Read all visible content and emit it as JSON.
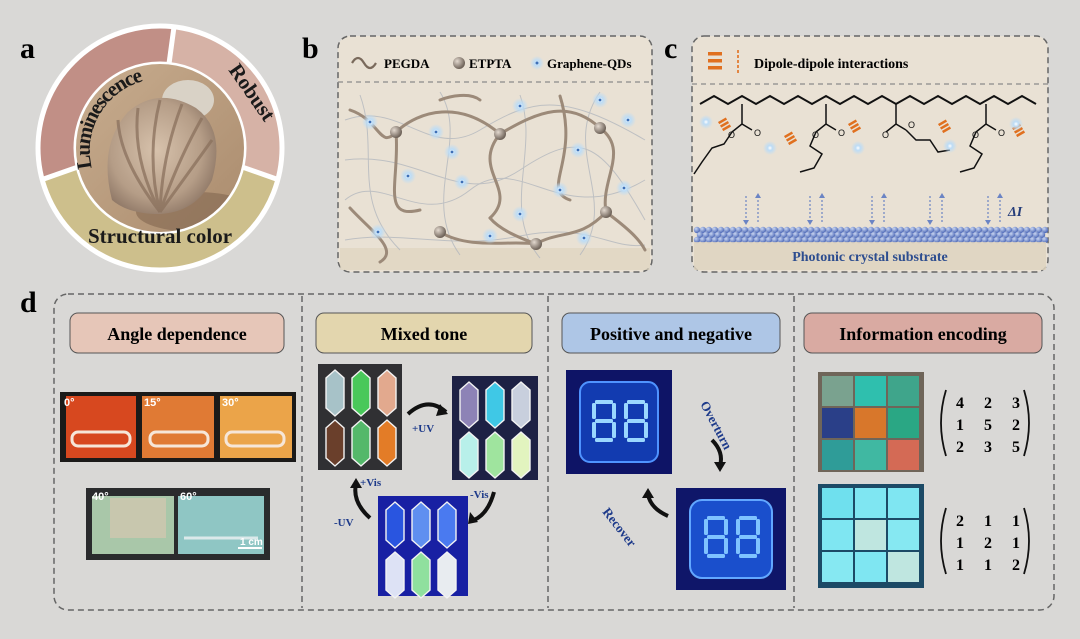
{
  "panels": {
    "a": {
      "letter": "a",
      "ring_top_left": "Luminescence",
      "ring_top_right": "Robust",
      "ring_bottom": "Structural color"
    },
    "b": {
      "letter": "b",
      "legend": [
        "PEGDA",
        "ETPTA",
        "Graphene-QDs"
      ]
    },
    "c": {
      "letter": "c",
      "legend": "Dipole-dipole interactions",
      "delta_label": "ΔI",
      "substrate": "Photonic crystal substrate"
    },
    "d": {
      "letter": "d",
      "sections": [
        {
          "title": "Angle dependence",
          "title_color": "#e6c6b8",
          "angles": [
            "0°",
            "15°",
            "30°",
            "40°",
            "60°"
          ],
          "scale": "1 cm"
        },
        {
          "title": "Mixed tone",
          "title_color": "#e3d6ae",
          "plus_uv": "+UV",
          "minus_vis": "-Vis",
          "plus_vis": "+Vis",
          "minus_uv": "-UV"
        },
        {
          "title": "Positive and negative",
          "title_color": "#aec6e6",
          "overturn": "Overturn",
          "recover": "Recover"
        },
        {
          "title": "Information encoding",
          "title_color": "#d9aaa2",
          "matrix1": [
            [
              "4",
              "2",
              "3"
            ],
            [
              "1",
              "5",
              "2"
            ],
            [
              "2",
              "3",
              "5"
            ]
          ],
          "matrix2": [
            [
              "2",
              "1",
              "1"
            ],
            [
              "1",
              "2",
              "1"
            ],
            [
              "1",
              "1",
              "2"
            ]
          ]
        }
      ]
    }
  },
  "colors": {
    "panel_bg": "#e9e1d4",
    "substrate_band": "#ded4bf",
    "fiber": "#9c8a79",
    "node": "#8d8074",
    "qd_glow": "#9fc8ee",
    "dipole": "#e0701f",
    "sphere": "#6c86c9"
  }
}
